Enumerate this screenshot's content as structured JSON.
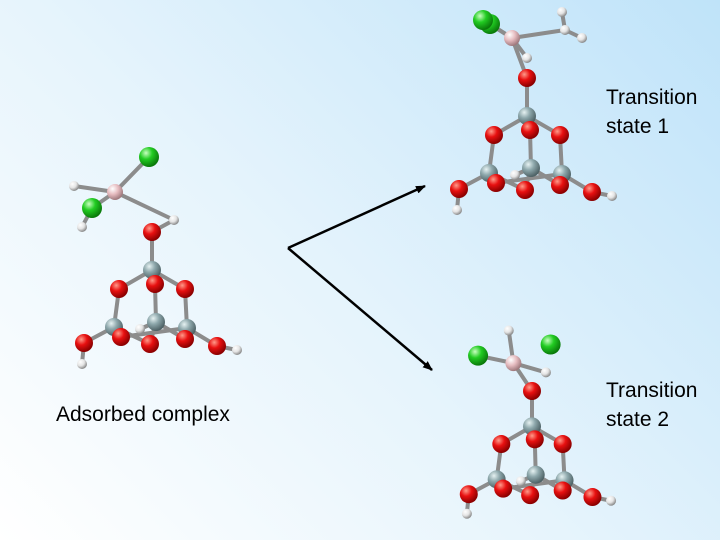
{
  "labels": {
    "adsorbed": "Adsorbed complex",
    "ts1": "Transition\nstate 1",
    "ts2": "Transition\nstate 2"
  },
  "colors": {
    "oxygen": "#e01010",
    "silicon": "#8aa6aa",
    "boron": "#e0b4b8",
    "chlorine": "#22c922",
    "hydrogen": "#e8e8e8",
    "bond": "#8c8c8c",
    "arrow": "#000000"
  }
}
